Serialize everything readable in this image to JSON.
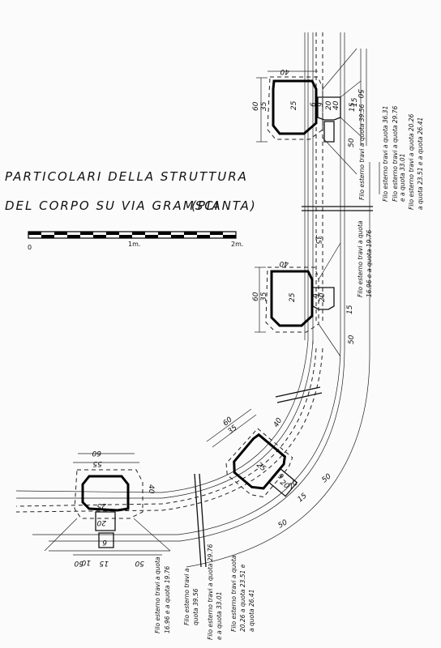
{
  "title": {
    "line1": "PARTICOLARI  DELLA  STRUTTURA",
    "line2": "DEL  CORPO  SU  VIA  GRAMSCI",
    "line2_suffix": "(PIANTA)"
  },
  "scale": {
    "label_0": "0",
    "label_1": "1m.",
    "label_2": "2m."
  },
  "pillars": [
    {
      "w": "60",
      "d": "40",
      "s": "35",
      "a": "25",
      "b": "20",
      "c": "15",
      "f": "9",
      "g": "6",
      "h": "4"
    },
    {
      "w": "60",
      "d": "40",
      "s": "35",
      "a": "25",
      "b": "20",
      "c": "15",
      "f": "9",
      "g": "6",
      "h": "50"
    },
    {
      "w": "60",
      "d": "40",
      "s": "35",
      "a": "25",
      "b": "20",
      "c": "15",
      "f": "9",
      "g": "50",
      "h": "50"
    },
    {
      "w": "60",
      "d": "40",
      "s": "55",
      "a": "25",
      "b": "20",
      "c": "15",
      "f": "6",
      "g": "50",
      "h": "50"
    }
  ],
  "dims_misc": {
    "d35": "35",
    "d50a": "50",
    "d50b": "50",
    "d15": "15",
    "d20": "20",
    "d10": "10",
    "d40": "40"
  },
  "notes": {
    "top": [
      "Filo esterno travi a quota 39.56",
      "Filo esterno travi a quota 36.31",
      "Filo esterno travi a quota 29.76",
      "e a quota 33.01",
      "Filo esterno travi a quota 20.26",
      "a quota 23.51 e a quota 26.41"
    ],
    "middle": [
      "Filo esterno travi a quota",
      "16.96 e a quota 19.76"
    ],
    "bottom": [
      "Filo esterno travi a quota",
      "16.96 e a quota 19.76",
      "Filo esterno travi a",
      "quota 39.56",
      "Filo esterno travi a quota 29.76",
      "e a quota 33.01",
      "Filo esterno travi a quota",
      "20.26  a quota 23.51 e",
      "a quota 26.41"
    ]
  }
}
